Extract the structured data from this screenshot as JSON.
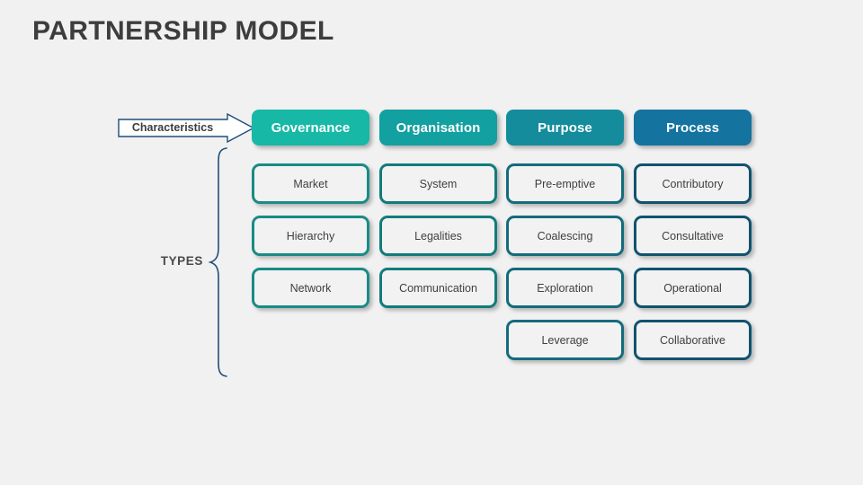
{
  "slide": {
    "title": "PARTNERSHIP MODEL",
    "background_color": "#f1f1f1",
    "title_color": "#3d3d3d"
  },
  "labels": {
    "characteristics": "Characteristics",
    "types": "TYPES"
  },
  "columns": [
    {
      "header": "Governance",
      "header_color": "#17b8a6",
      "border_color": "#1a8b85",
      "items": [
        "Market",
        "Hierarchy",
        "Network"
      ]
    },
    {
      "header": "Organisation",
      "header_color": "#13a0a0",
      "border_color": "#137b7b",
      "items": [
        "System",
        "Legalities",
        "Communication"
      ]
    },
    {
      "header": "Purpose",
      "header_color": "#148c9c",
      "border_color": "#146b7d",
      "items": [
        "Pre-emptive",
        "Coalescing",
        "Exploration",
        "Leverage"
      ]
    },
    {
      "header": "Process",
      "header_color": "#1573a0",
      "border_color": "#10536f",
      "items": [
        "Contributory",
        "Consultative",
        "Operational",
        "Collaborative"
      ]
    }
  ],
  "decor": {
    "arrow_outline_color": "#1f4e79",
    "arrow_fill_color": "#ffffff",
    "brace_color": "#1f4e79"
  }
}
